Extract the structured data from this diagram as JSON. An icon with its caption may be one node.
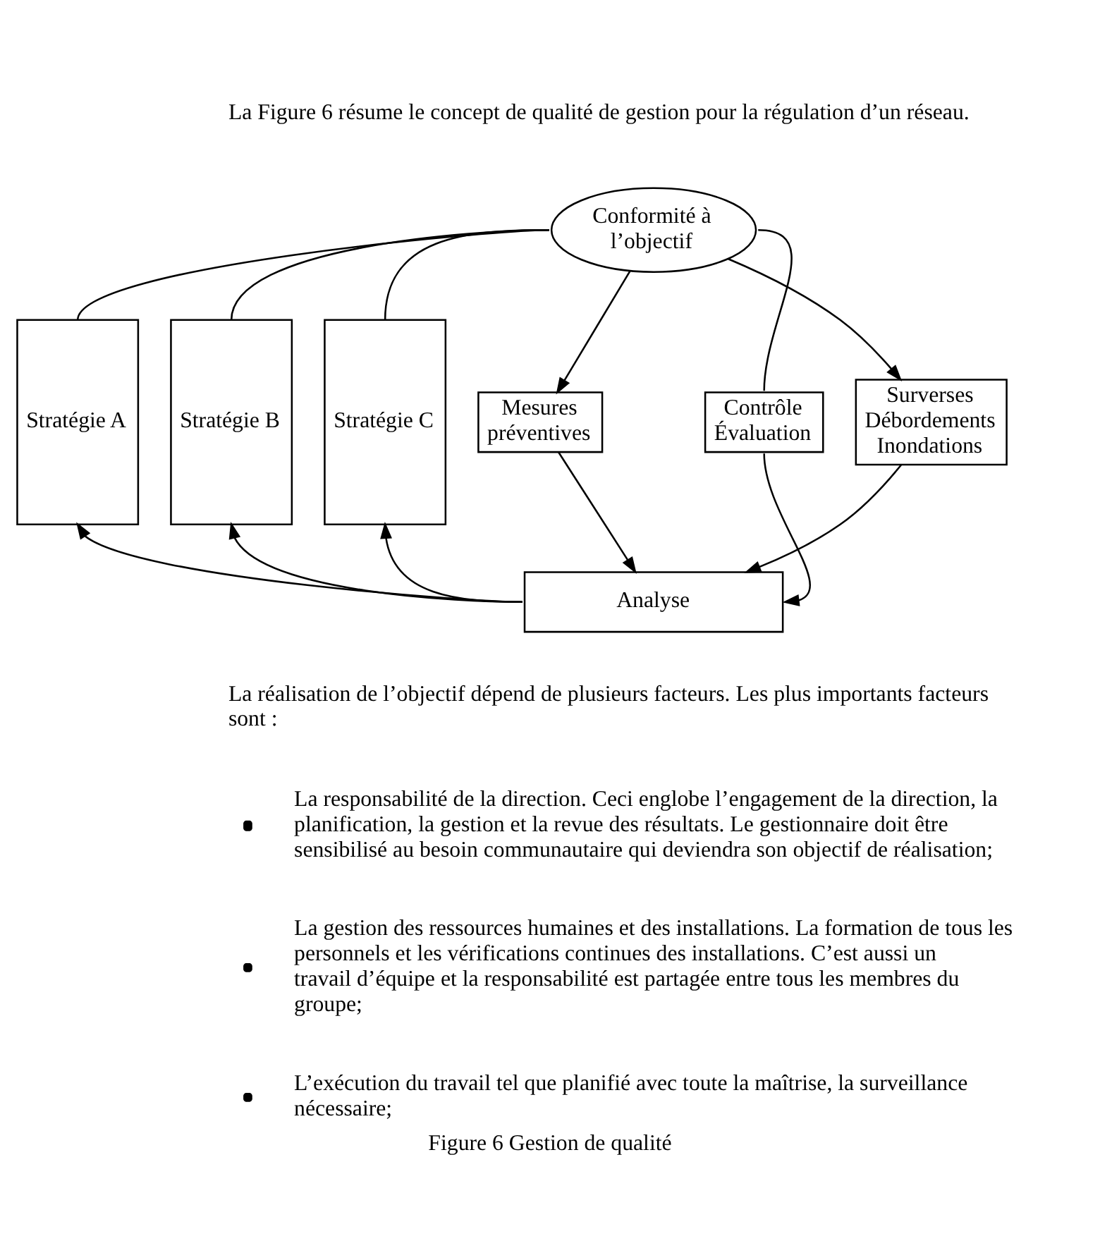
{
  "diagram": {
    "caption": "Figure 6 Gestion de qualité",
    "nodes": [
      {
        "text": [
          "Conformité à l’objectif"
        ]
      },
      {
        "text": [
          "Stratégie A"
        ]
      },
      {
        "text": [
          "Stratégie B"
        ]
      },
      {
        "text": [
          "Stratégie C"
        ]
      },
      {
        "text": [
          "Mesures préventives"
        ]
      },
      {
        "text": [
          "Contrôle Évaluation"
        ]
      },
      {
        "text": [
          "Surverses Débordements Inondations"
        ]
      },
      {
        "text": [
          "Analyse"
        ]
      }
    ],
    "edges": [
      {
        "from": 0,
        "to": 1,
        "arrow": "none"
      },
      {
        "from": 0,
        "to": 2,
        "arrow": "none"
      },
      {
        "from": 0,
        "to": 3,
        "arrow": "none"
      },
      {
        "from": 0,
        "to": 4,
        "arrow": "to"
      },
      {
        "from": 0,
        "to": 5,
        "arrow": "none"
      },
      {
        "from": 0,
        "to": 6,
        "arrow": "to"
      },
      {
        "from": 4,
        "to": 7,
        "arrow": "to"
      },
      {
        "from": 5,
        "to": 7,
        "arrow": "to"
      },
      {
        "from": 6,
        "to": 7,
        "arrow": "to"
      },
      {
        "from": 7,
        "to": 1,
        "arrow": "to"
      },
      {
        "from": 7,
        "to": 2,
        "arrow": "to"
      },
      {
        "from": 7,
        "to": 3,
        "arrow": "to"
      }
    ],
    "labels": [
      "La Figure 6 résume le concept de qualité de gestion pour la régulation d’un réseau.",
      "La réalisation de l’objectif dépend de plusieurs facteurs. Les plus importants facteurs sont :",
      "La responsabilité de la direction. Ceci englobe l’engagement de la direction, la planification, la gestion et la revue des résultats. Le gestionnaire doit être sensibilisé au besoin communautaire qui deviendra son objectif de réalisation;",
      "La gestion des ressources humaines et des installations. La formation de tous les personnels et les vérifications continues des installations. C’est aussi un travail d’équipe et la responsabilité est partagée entre tous les membres du groupe;",
      "L’exécution du travail tel que planifié avec toute la maîtrise, la surveillance nécessaire;"
    ]
  }
}
